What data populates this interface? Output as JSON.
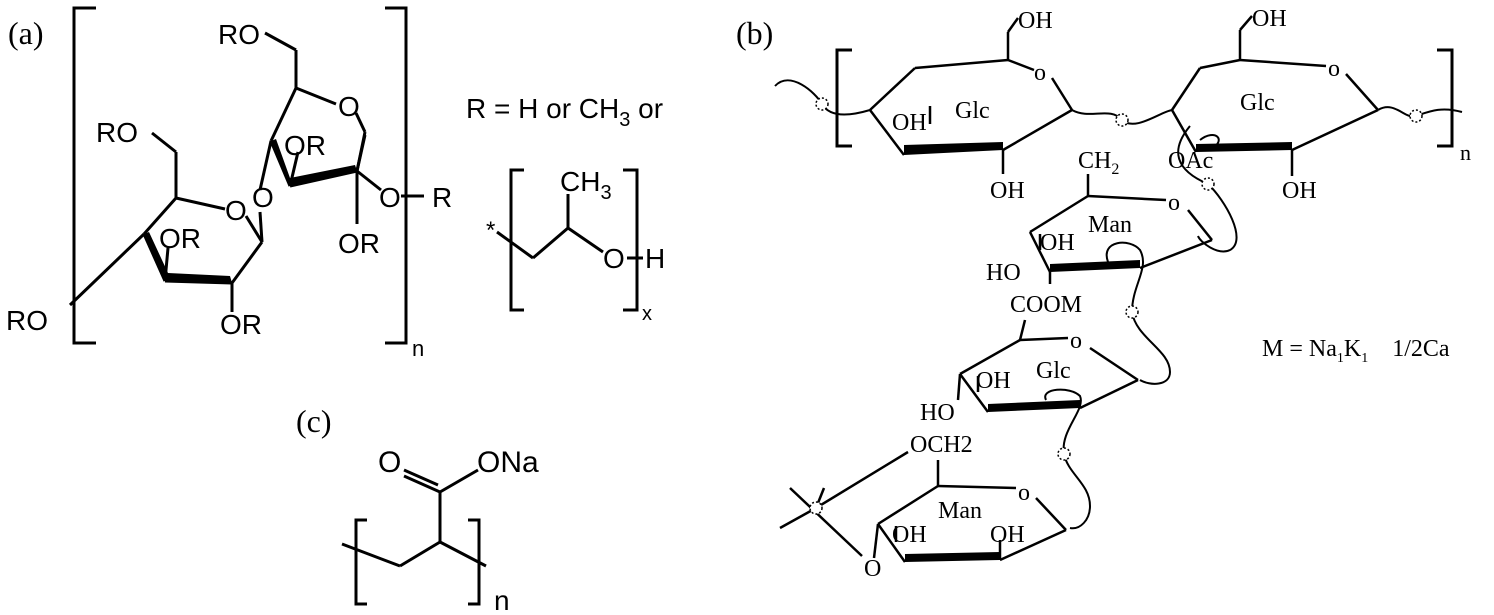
{
  "panels": {
    "a": {
      "label": "(a)",
      "substituents": {
        "ro_top": "RO",
        "ro_left": "RO",
        "ro_bottom_left": "RO",
        "or_upper_ring_1": "OR",
        "or_upper_ring_2": "OR",
        "or_lower_ring_1": "OR",
        "or_lower_ring_2": "OR",
        "ring_oxygen": "O",
        "glycosidic_oxygen": "O",
        "anomeric_oxygen": "O",
        "r_end": "R"
      },
      "repeat_subscript": "n",
      "definition": {
        "prefix": "R = H or CH",
        "subscript": "3",
        "suffix": " or"
      },
      "side_unit": {
        "star": "*",
        "methyl": "CH",
        "methyl_subscript": "3",
        "oxygen": "O",
        "hydrogen": "H",
        "repeat_subscript": "x"
      }
    },
    "b": {
      "label": "(b)",
      "backbone": {
        "oh_top_1": "OH",
        "oh_top_2": "OH",
        "ring_o_1": "o",
        "ring_o_2": "o",
        "ring_name_1": "Glc",
        "ring_name_2": "Glc",
        "oh_inner_1": "OH",
        "oh_bottom_1": "OH",
        "oh_bottom_2": "OH",
        "repeat_subscript": "n"
      },
      "side_chain": {
        "ch2": "CH",
        "ch2_subscript": "2",
        "oac": "OAc",
        "man1_o": "o",
        "man1_name": "Man",
        "man1_oh": "OH",
        "man1_ho": "HO",
        "cooh": "COOM",
        "glc_o": "o",
        "glc_name": "Glc",
        "glc_oh": "OH",
        "glc_ho": "HO",
        "och2": "OCH2",
        "man2_o": "o",
        "man2_name": "Man",
        "man2_oh_1": "OH",
        "man2_oh_2": "OH",
        "man2_o_left": "O"
      },
      "counter_ion": {
        "prefix": "M = Na",
        "sub1": "1",
        "mid": "K",
        "sub2": "1",
        "suffix": "1/2Ca"
      }
    },
    "c": {
      "label": "(c)",
      "carbonyl_o": "O",
      "ona": "ONa",
      "repeat_subscript": "n"
    }
  }
}
